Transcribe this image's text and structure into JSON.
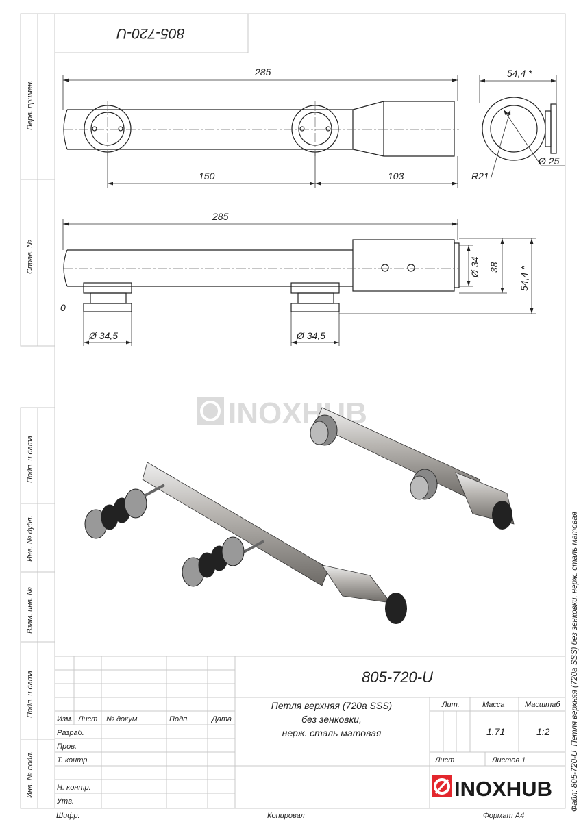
{
  "drawing_number": "805-720-U",
  "stamp_number_rotated": "805-720-U",
  "side_strip": {
    "perv_primen": "Перв. примен.",
    "sprav_no": "Справ. №",
    "podp_data_1": "Подп. и дата",
    "inv_dubl": "Инв. № дубл.",
    "vzam_inv": "Взам. инв. №",
    "podp_data_2": "Подп. и дата",
    "inv_podl": "Инв. № подл."
  },
  "dimensions": {
    "top_length": "285",
    "top_spacing": "150",
    "top_end": "103",
    "end_width": "54,4 *",
    "radius": "R21",
    "dia_25": "Ø 25",
    "side_length": "285",
    "dia_34": "Ø 34",
    "h_38": "38",
    "h_54": "54,4 *",
    "foot_dia_1": "Ø 34,5",
    "foot_dia_2": "Ø 34,5",
    "zero": "0"
  },
  "watermark": "INOXHUB",
  "title_block": {
    "headers": {
      "izm": "Изм.",
      "list": "Лист",
      "no_dokum": "№ докум.",
      "podp": "Подп.",
      "data": "Дата"
    },
    "roles": [
      "Разраб.",
      "Пров.",
      "Т. контр.",
      "Н. контр.",
      "Утв."
    ],
    "name_lines": [
      "Петля верхняя (720a SSS)",
      "без зенковки,",
      "нерж. сталь матовая"
    ],
    "lit_label": "Лит.",
    "mass_label": "Масса",
    "scale_label": "Масштаб",
    "mass_value": "1.71",
    "scale_value": "1:2",
    "sheet_label": "Лист",
    "sheets_label": "Листов 1",
    "logo_text": "INOXHUB",
    "brand_color": "#e3262d"
  },
  "footer": {
    "shifr": "Шифр:",
    "kopiroval": "Копировал",
    "format": "Формат А4"
  },
  "file_label": "Файл: 805-720-U_Петля верхняя (720a SSS) без зенковки, нерж. сталь матовая"
}
